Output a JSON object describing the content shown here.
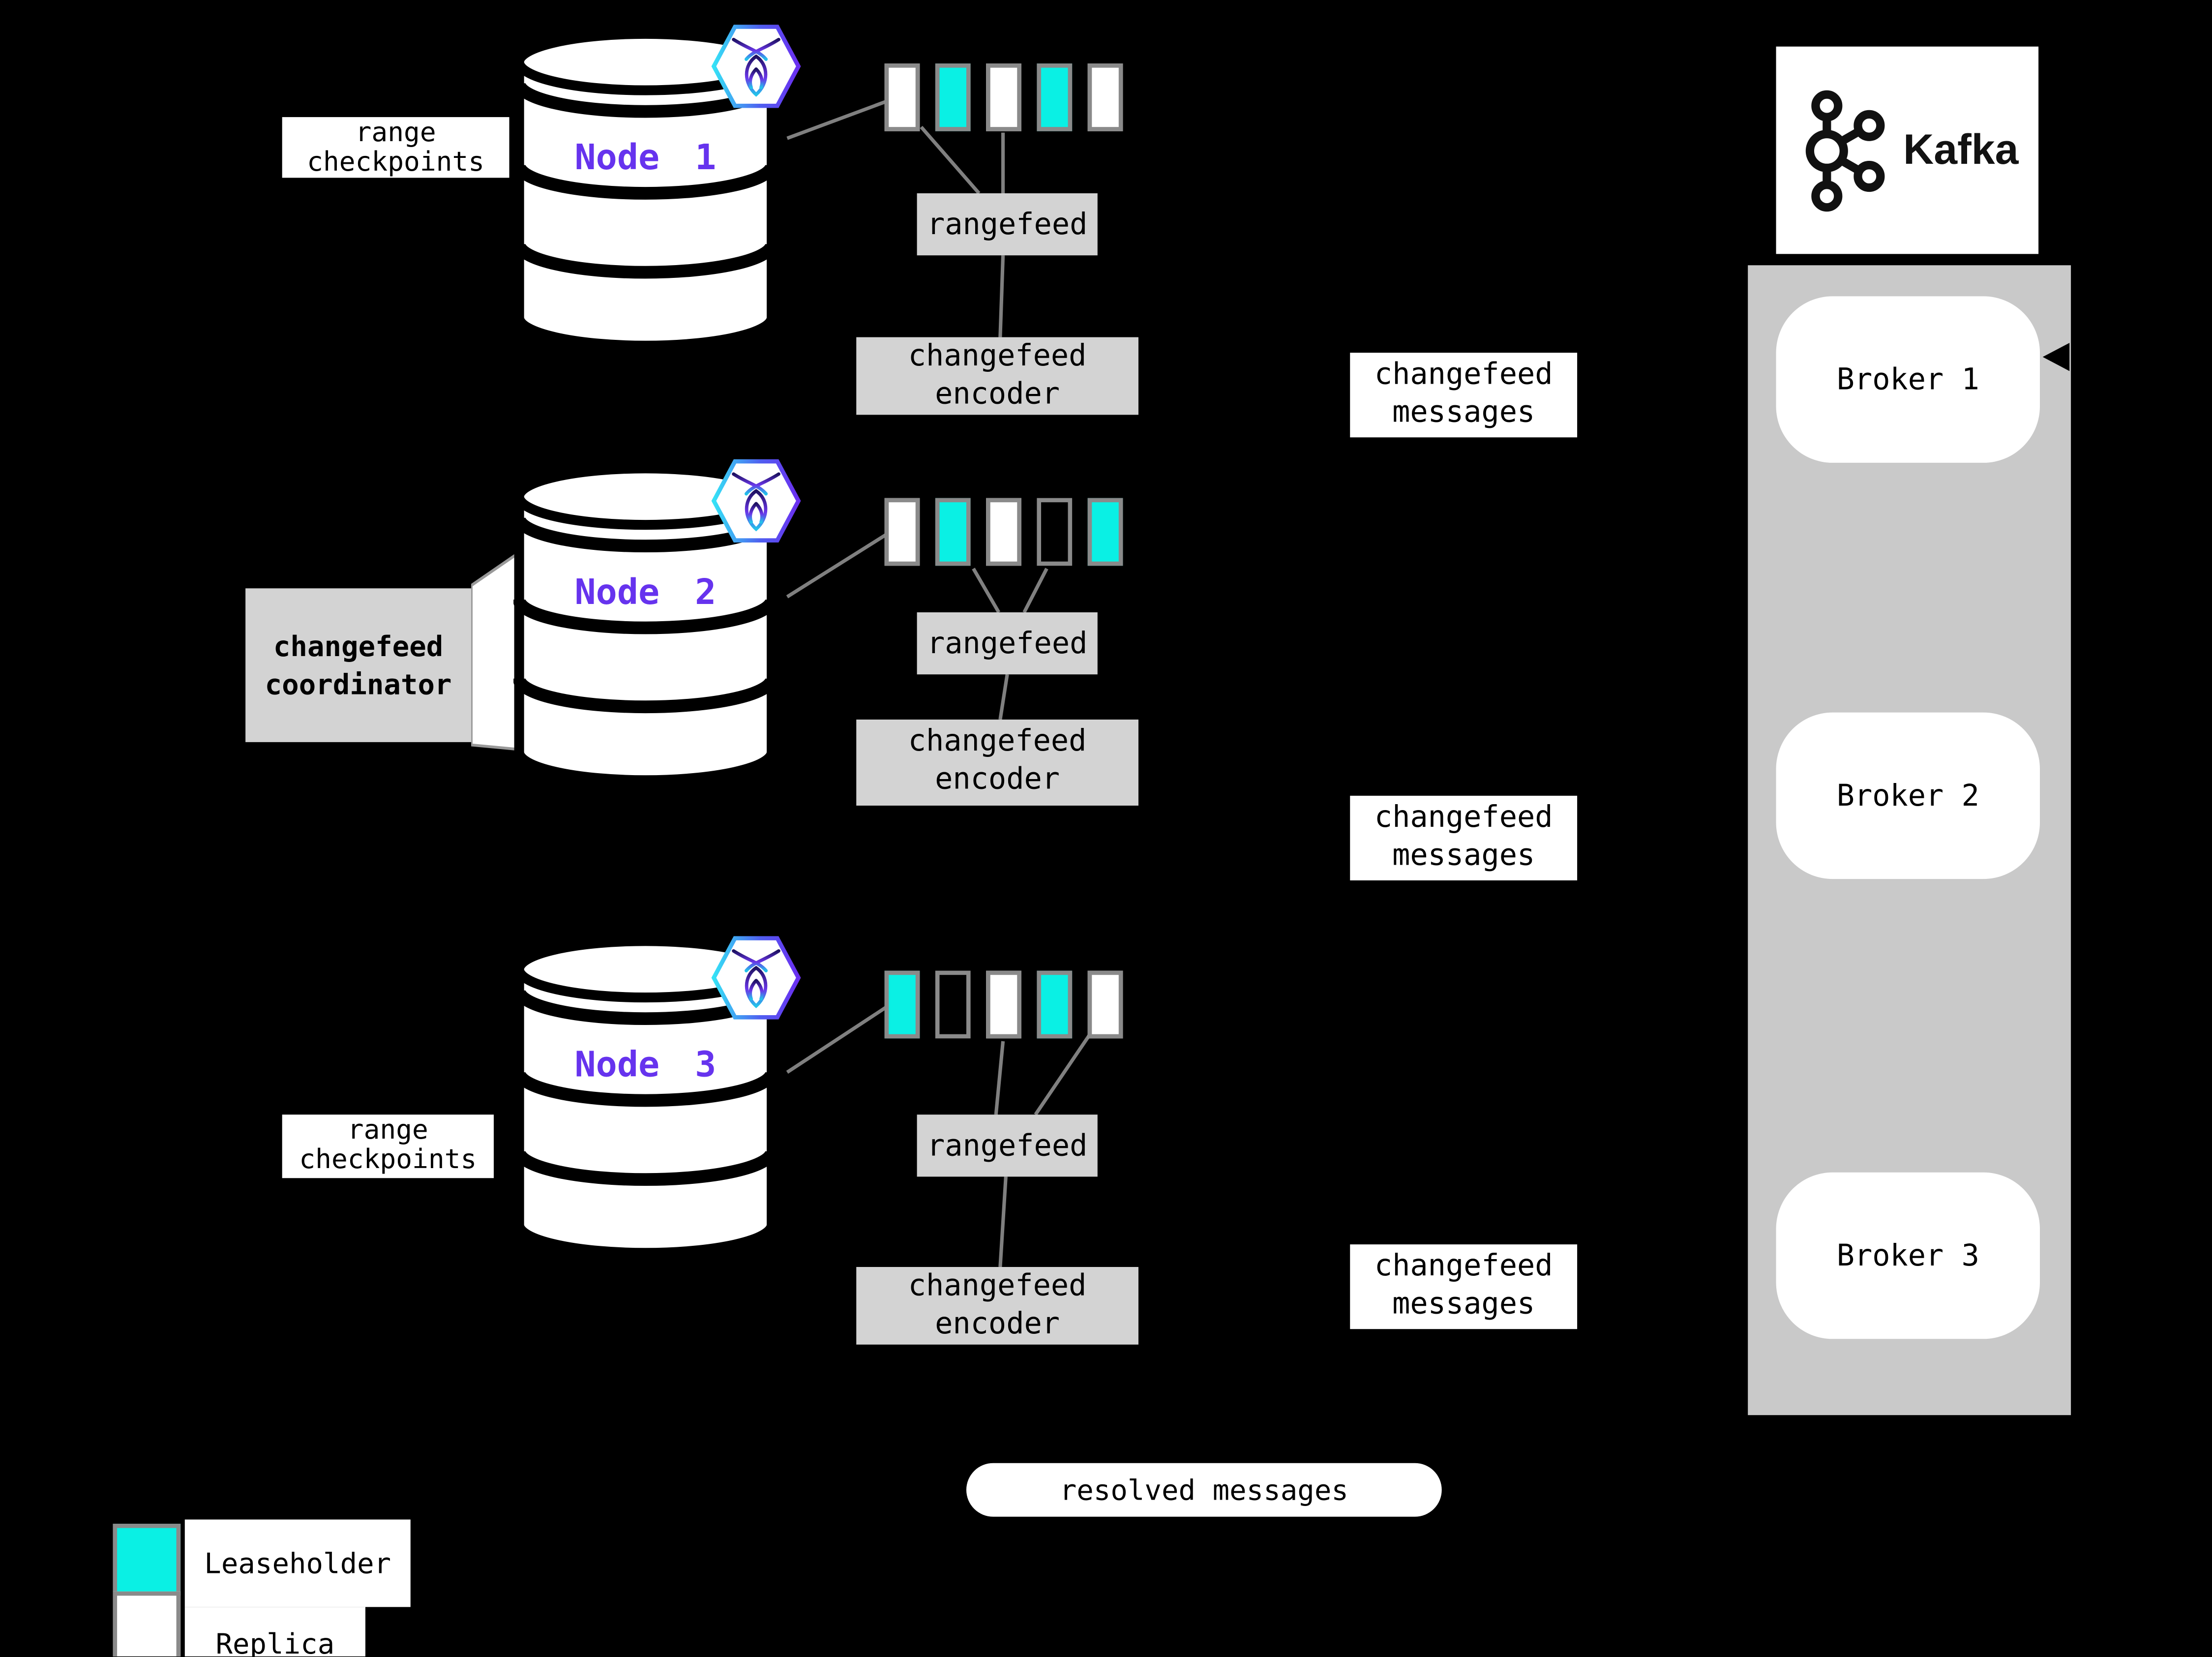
{
  "colors": {
    "teal": "#0af0e4",
    "box_gray": "#d3d3d3",
    "container_gray": "#c9c9c9",
    "line": "#808080",
    "swatch_border": "#8a8a8a",
    "node_label": "#6633ee"
  },
  "nodes": [
    {
      "label": "Node 1",
      "checkpoint_label": "range checkpoints",
      "rangefeed_label": "rangefeed",
      "encoder_label": "changefeed encoder",
      "messages_label": "changefeed messages",
      "ranges": [
        {
          "type": "replica"
        },
        {
          "type": "leaseholder"
        },
        {
          "type": "replica"
        },
        {
          "type": "leaseholder"
        },
        {
          "type": "replica"
        }
      ]
    },
    {
      "label": "Node 2",
      "coordinator_label": "changefeed coordinator",
      "rangefeed_label": "rangefeed",
      "encoder_label": "changefeed encoder",
      "messages_label": "changefeed messages",
      "ranges": [
        {
          "type": "replica"
        },
        {
          "type": "leaseholder"
        },
        {
          "type": "replica"
        },
        {
          "type": "empty"
        },
        {
          "type": "leaseholder"
        }
      ]
    },
    {
      "label": "Node 3",
      "checkpoint_label": "range checkpoints",
      "rangefeed_label": "rangefeed",
      "encoder_label": "changefeed encoder",
      "messages_label": "changefeed messages",
      "ranges": [
        {
          "type": "leaseholder"
        },
        {
          "type": "empty"
        },
        {
          "type": "replica"
        },
        {
          "type": "leaseholder"
        },
        {
          "type": "replica"
        }
      ]
    }
  ],
  "kafka": {
    "title": "Kafka",
    "brokers": [
      {
        "label": "Broker 1"
      },
      {
        "label": "Broker 2"
      },
      {
        "label": "Broker 3"
      }
    ]
  },
  "resolved_label": "resolved messages",
  "legend": [
    {
      "label": "Leaseholder",
      "swatch": "leaseholder"
    },
    {
      "label": "Replica",
      "swatch": "replica"
    }
  ]
}
